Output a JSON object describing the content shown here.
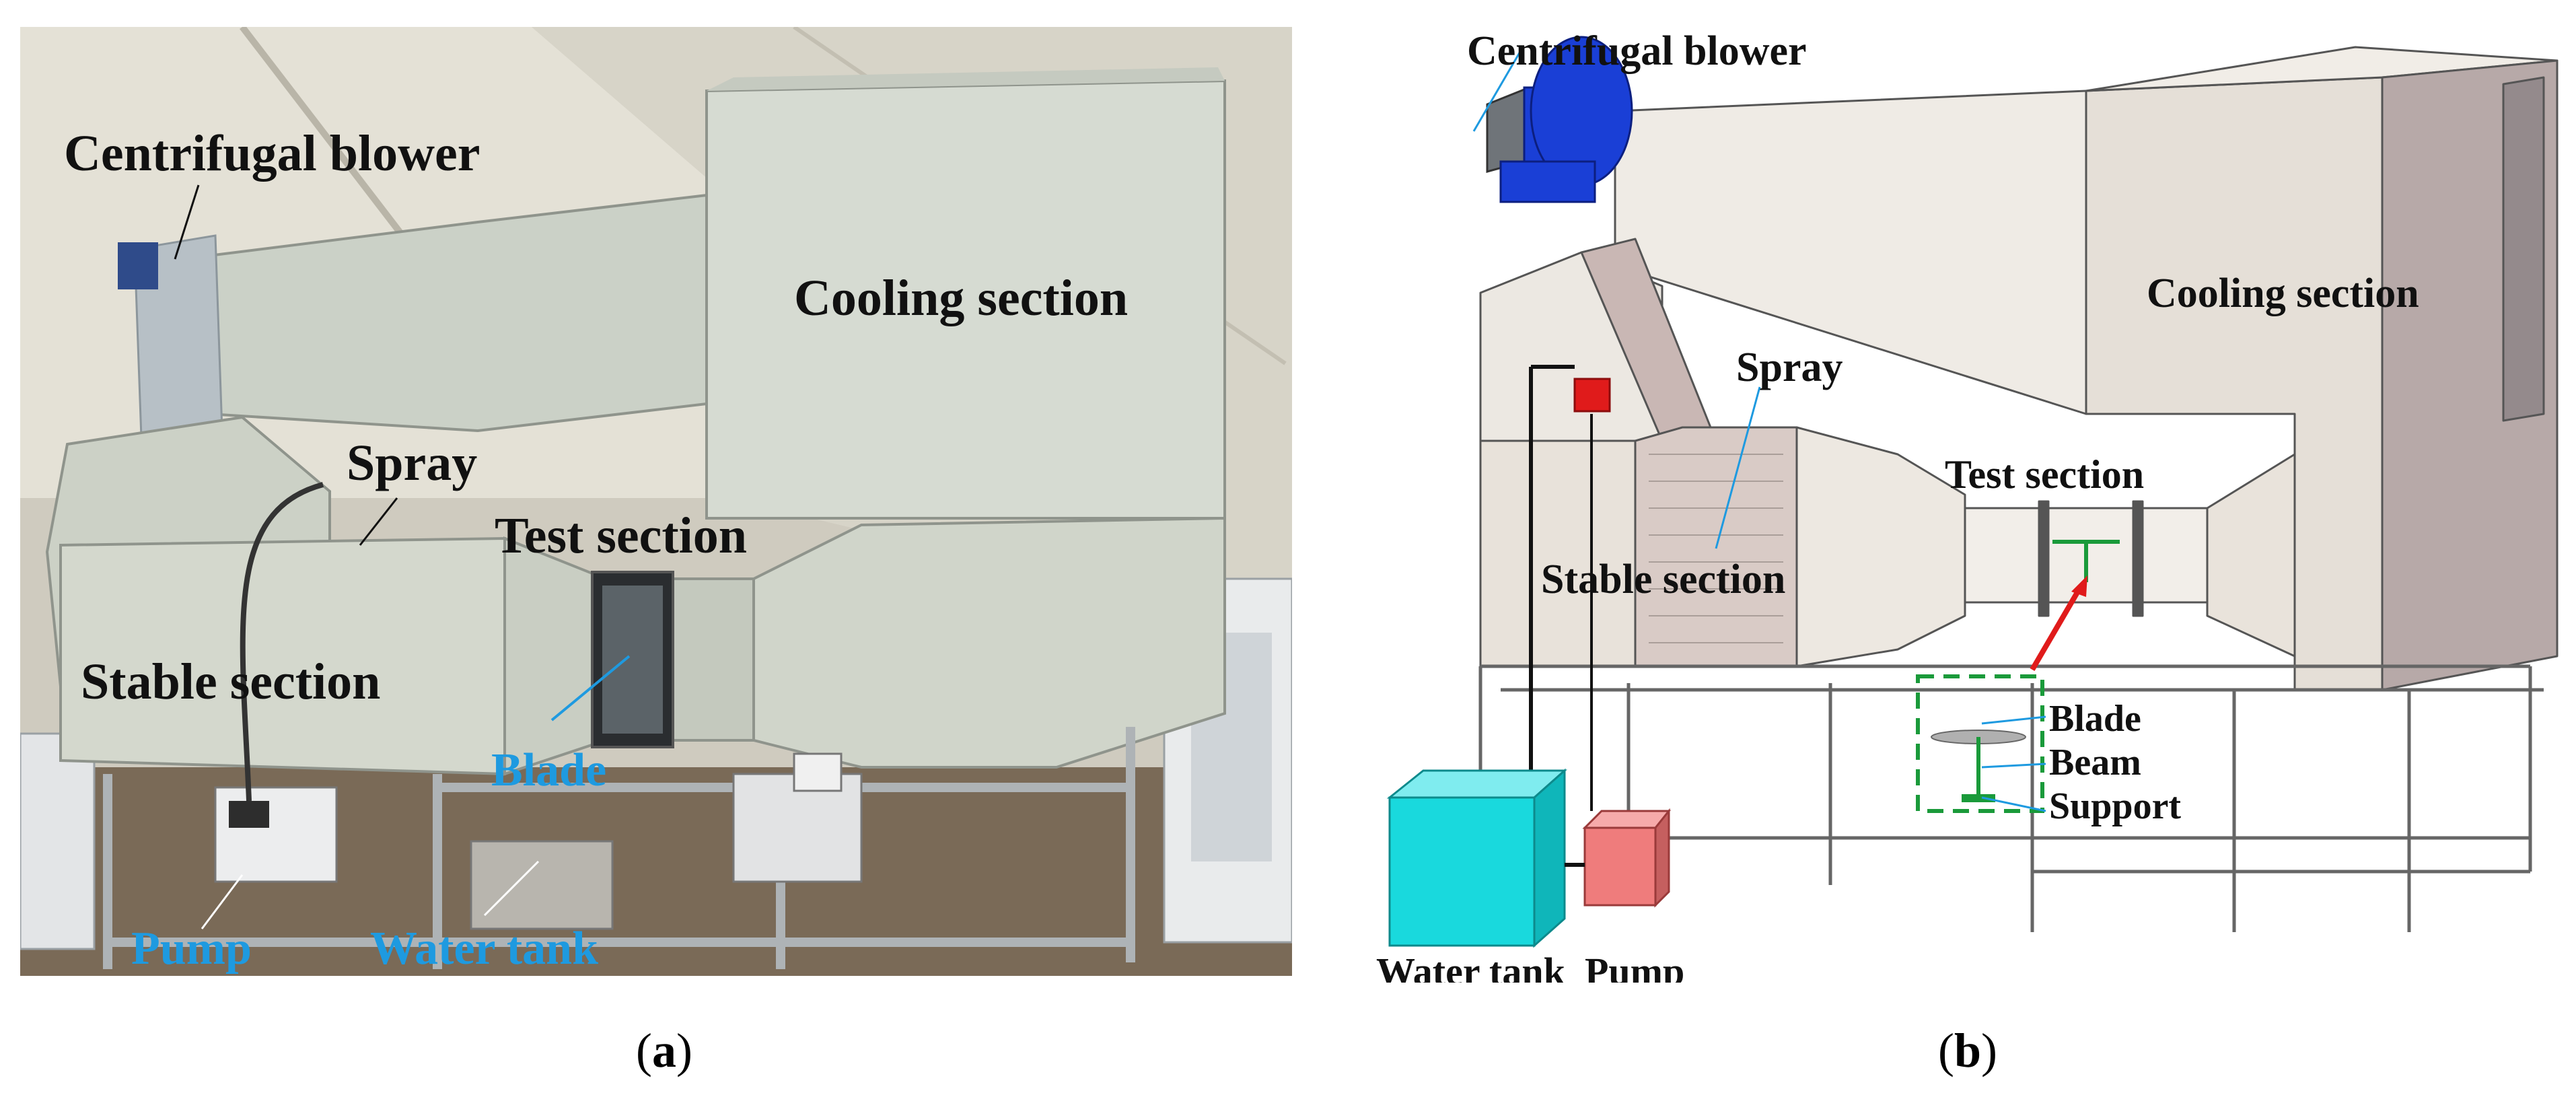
{
  "panel_a": {
    "labels": {
      "centrifugal_blower": "Centrifugal blower",
      "cooling_section": "Cooling section",
      "spray": "Spray",
      "test_section": "Test section",
      "stable_section": "Stable  section",
      "blade": "Blade",
      "pump": "Pump",
      "water_tank": "Water tank"
    },
    "caption": {
      "open": "(",
      "letter": "a",
      "close": ")"
    }
  },
  "panel_b": {
    "labels": {
      "centrifugal_blower": "Centrifugal blower",
      "cooling_section": "Cooling section",
      "spray": "Spray",
      "test_section": "Test section",
      "stable_section": "Stable  section",
      "blade": "Blade",
      "beam": "Beam",
      "support": "Support",
      "water_tank": "Water tank",
      "pump": "Pump"
    },
    "caption": {
      "open": "(",
      "letter": "b",
      "close": ")"
    }
  },
  "colors": {
    "label_black": "#111111",
    "label_blue": "#1e9ae0",
    "blower_blue": "#1a3fd6",
    "spray_red": "#e01b1b",
    "water_tank_cyan": "#19d9dd",
    "pump_pink": "#ef7c7c",
    "inset_green": "#1a9a3a",
    "arrow_red": "#e01b1b"
  }
}
